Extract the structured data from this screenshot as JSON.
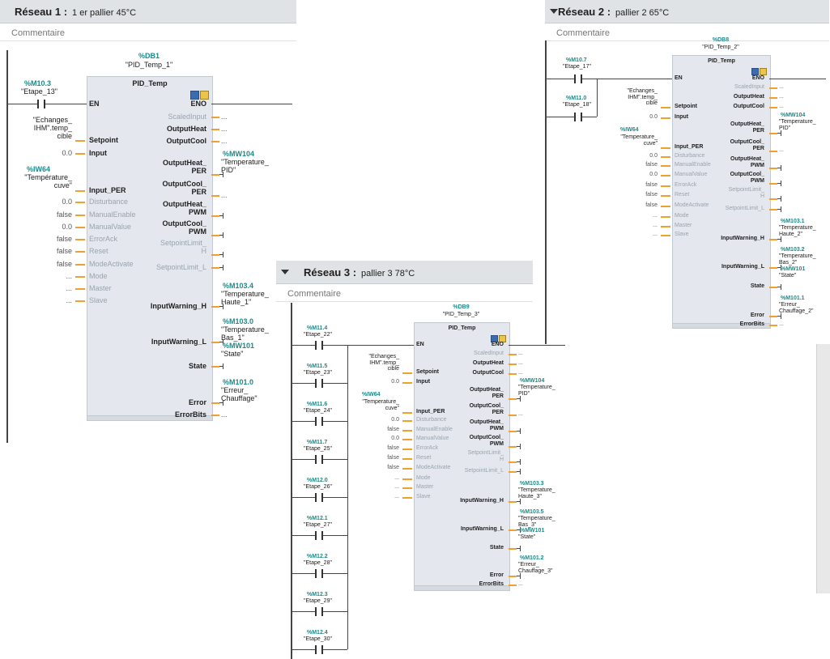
{
  "networks": [
    {
      "title": "Réseau 1 :",
      "subtitle": "1 er pallier 45°C",
      "comment": "Commentaire",
      "block": {
        "db": "%DB1",
        "instance": "\"PID_Temp_1\"",
        "type": "PID_Temp",
        "contacts": [
          {
            "address": "%M10.3",
            "symbol": "\"Etape_13\""
          }
        ],
        "inputs": {
          "en": "EN",
          "setpoint_src": [
            "\"Echanges_",
            "IHM\".temp_",
            "cible"
          ],
          "setpoint": "Setpoint",
          "input_val": "0.0",
          "input": "Input",
          "input_per_tag": "%IW64",
          "input_per_src": [
            "\"Température_",
            "cuve\""
          ],
          "input_per": "Input_PER",
          "disturbance_val": "0.0",
          "disturbance": "Disturbance",
          "manualenable_val": "false",
          "manualenable": "ManualEnable",
          "manualvalue_val": "0.0",
          "manualvalue": "ManualValue",
          "errorack_val": "false",
          "errorack": "ErrorAck",
          "reset_val": "false",
          "reset": "Reset",
          "modeactivate_val": "false",
          "modeactivate": "ModeActivate",
          "mode_val": "...",
          "mode": "Mode",
          "master_val": "...",
          "master": "Master",
          "slave_val": "...",
          "slave": "Slave"
        },
        "outputs": {
          "eno": "ENO",
          "scaledinput": "ScaledInput",
          "outputheat": "OutputHeat",
          "outputcool": "OutputCool",
          "outputheat_per": [
            "OutputHeat_",
            "PER"
          ],
          "outputheat_per_tag": "%MW104",
          "outputheat_per_sym": [
            "\"Temperature_",
            "PID\""
          ],
          "outputcool_per": [
            "OutputCool_",
            "PER"
          ],
          "outputheat_pwm": [
            "OutputHeat_",
            "PWM"
          ],
          "outputcool_pwm": [
            "OutputCool_",
            "PWM"
          ],
          "setpointlimit_h": [
            "SetpointLimit_",
            "H"
          ],
          "setpointlimit_l": "SetpointLimit_L",
          "inputwarning_h": "InputWarning_H",
          "inputwarning_h_tag": "%M103.4",
          "inputwarning_h_sym": [
            "\"Temperature_",
            "Haute_1\""
          ],
          "inputwarning_l": "InputWarning_L",
          "inputwarning_l_tag": "%M103.0",
          "inputwarning_l_sym": [
            "\"Temperature_",
            "Bas_1\""
          ],
          "state": "State",
          "state_tag": "%MW101",
          "state_sym": "\"State\"",
          "error": "Error",
          "error_tag": "%M101.0",
          "error_sym": [
            "\"Erreur_",
            "Chauffage\""
          ],
          "errorbits": "ErrorBits",
          "dots": "..."
        }
      }
    },
    {
      "title": "Réseau 2 :",
      "subtitle": "pallier 2 65°C",
      "comment": "Commentaire",
      "block": {
        "db": "%DB8",
        "instance": "\"PID_Temp_2\"",
        "type": "PID_Temp",
        "contacts": [
          {
            "address": "%M10.7",
            "symbol": "\"Etape_17\""
          },
          {
            "address": "%M11.0",
            "symbol": "\"Etape_18\""
          }
        ],
        "inputs": {
          "en": "EN",
          "setpoint_src": [
            "\"Echanges_",
            "IHM\".temp_",
            "cible"
          ],
          "setpoint": "Setpoint",
          "input_val": "0.0",
          "input": "Input",
          "input_per_tag": "%IW64",
          "input_per_src": [
            "\"Temperature_",
            "cuve\""
          ],
          "input_per": "Input_PER",
          "disturbance_val": "0.0",
          "disturbance": "Disturbance",
          "manualenable_val": "false",
          "manualenable": "ManualEnable",
          "manualvalue_val": "0.0",
          "manualvalue": "ManualValue",
          "errorack_val": "false",
          "errorack": "ErrorAck",
          "reset_val": "false",
          "reset": "Reset",
          "modeactivate_val": "false",
          "modeactivate": "ModeActivate",
          "mode_val": "...",
          "mode": "Mode",
          "master_val": "...",
          "master": "Master",
          "slave_val": "...",
          "slave": "Slave"
        },
        "outputs": {
          "eno": "ENO",
          "scaledinput": "ScaledInput",
          "outputheat": "OutputHeat",
          "outputcool": "OutputCool",
          "outputheat_per": [
            "OutputHeat_",
            "PER"
          ],
          "outputheat_per_tag": "%MW104",
          "outputheat_per_sym": [
            "\"Temperature_",
            "PID\""
          ],
          "outputcool_per": [
            "OutputCool_",
            "PER"
          ],
          "outputheat_pwm": [
            "OutputHeat_",
            "PWM"
          ],
          "outputcool_pwm": [
            "OutputCool_",
            "PWM"
          ],
          "setpointlimit_h": [
            "SetpointLimit_",
            "H"
          ],
          "setpointlimit_l": "SetpointLimit_L",
          "inputwarning_h": "InputWarning_H",
          "inputwarning_h_tag": "%M103.1",
          "inputwarning_h_sym": [
            "\"Temperature_",
            "Haute_2\""
          ],
          "inputwarning_l": "InputWarning_L",
          "inputwarning_l_tag": "%M103.2",
          "inputwarning_l_sym": [
            "\"Temperature_",
            "Bas_2\""
          ],
          "state": "State",
          "state_tag": "%MW101",
          "state_sym": "\"State\"",
          "error": "Error",
          "error_tag": "%M101.1",
          "error_sym": [
            "\"Erreur_",
            "Chauffage_2\""
          ],
          "errorbits": "ErrorBits",
          "dots": "..."
        }
      }
    },
    {
      "title": "Réseau 3 :",
      "subtitle": "pallier 3 78°C",
      "comment": "Commentaire",
      "block": {
        "db": "%DB9",
        "instance": "\"PID_Temp_3\"",
        "type": "PID_Temp",
        "contacts": [
          {
            "address": "%M11.4",
            "symbol": "\"Etape_22\""
          },
          {
            "address": "%M11.5",
            "symbol": "\"Etape_23\""
          },
          {
            "address": "%M11.6",
            "symbol": "\"Etape_24\""
          },
          {
            "address": "%M11.7",
            "symbol": "\"Etape_25\""
          },
          {
            "address": "%M12.0",
            "symbol": "\"Etape_26\""
          },
          {
            "address": "%M12.1",
            "symbol": "\"Etape_27\""
          },
          {
            "address": "%M12.2",
            "symbol": "\"Etape_28\""
          },
          {
            "address": "%M12.3",
            "symbol": "\"Etape_29\""
          },
          {
            "address": "%M12.4",
            "symbol": "\"Etape_30\""
          }
        ],
        "inputs": {
          "en": "EN",
          "setpoint_src": [
            "\"Echanges_",
            "IHM\".temp_",
            "cible"
          ],
          "setpoint": "Setpoint",
          "input_val": "0.0",
          "input": "Input",
          "input_per_tag": "%IW64",
          "input_per_src": [
            "\"Temperature_",
            "cuve\""
          ],
          "input_per": "Input_PER",
          "disturbance_val": "0.0",
          "disturbance": "Disturbance",
          "manualenable_val": "false",
          "manualenable": "ManualEnable",
          "manualvalue_val": "0.0",
          "manualvalue": "ManualValue",
          "errorack_val": "false",
          "errorack": "ErrorAck",
          "reset_val": "false",
          "reset": "Reset",
          "modeactivate_val": "false",
          "modeactivate": "ModeActivate",
          "mode_val": "...",
          "mode": "Mode",
          "master_val": "...",
          "master": "Master",
          "slave_val": "...",
          "slave": "Slave"
        },
        "outputs": {
          "eno": "ENO",
          "scaledinput": "ScaledInput",
          "outputheat": "OutputHeat",
          "outputcool": "OutputCool",
          "outputheat_per": [
            "OutputHeat_",
            "PER"
          ],
          "outputheat_per_tag": "%MW104",
          "outputheat_per_sym": [
            "\"Temperature_",
            "PID\""
          ],
          "outputcool_per": [
            "OutputCool_",
            "PER"
          ],
          "outputheat_pwm": [
            "OutputHeat_",
            "PWM"
          ],
          "outputcool_pwm": [
            "OutputCool_",
            "PWM"
          ],
          "setpointlimit_h": [
            "SetpointLimit_",
            "H"
          ],
          "setpointlimit_l": "SetpointLimit_L",
          "inputwarning_h": "InputWarning_H",
          "inputwarning_h_tag": "%M103.3",
          "inputwarning_h_sym": [
            "\"Temperature_",
            "Haute_3\""
          ],
          "inputwarning_l": "InputWarning_L",
          "inputwarning_l_tag": "%M103.5",
          "inputwarning_l_sym": [
            "\"Temperature_",
            "Bas_3\""
          ],
          "state": "State",
          "state_tag": "%MW101",
          "state_sym": "\"State\"",
          "error": "Error",
          "error_tag": "%M101.2",
          "error_sym": [
            "\"Erreur_",
            "Chauffage_3\""
          ],
          "errorbits": "ErrorBits",
          "dots": "..."
        }
      }
    }
  ],
  "icons": {
    "block_icons": [
      "configuration-icon",
      "commissioning-icon"
    ],
    "collapse": "collapse-triangle-icon",
    "block_collapse": "block-collapse-arrow-icon"
  }
}
